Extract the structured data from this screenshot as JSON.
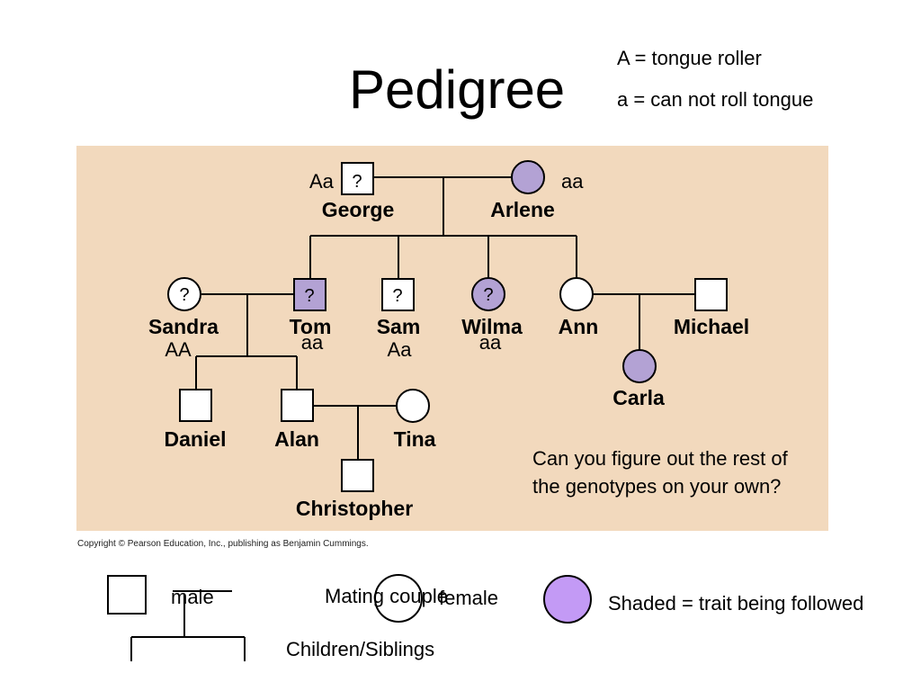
{
  "title": "Pedigree",
  "key": {
    "dominant": "A = tongue roller",
    "recessive": "a = can not roll tongue"
  },
  "colors": {
    "panel": "#f2d9bd",
    "affected": "#b3a2d4",
    "legend_shaded": "#c39af5",
    "line": "#000000"
  },
  "people": {
    "george": {
      "name": "George",
      "genotype": "Aa",
      "mark": "?"
    },
    "arlene": {
      "name": "Arlene",
      "genotype": "aa"
    },
    "sandra": {
      "name": "Sandra",
      "genotype": "AA",
      "mark": "?"
    },
    "tom": {
      "name": "Tom",
      "genotype": "aa",
      "mark": "?"
    },
    "sam": {
      "name": "Sam",
      "genotype": "Aa",
      "mark": "?"
    },
    "wilma": {
      "name": "Wilma",
      "genotype": "aa",
      "mark": "?"
    },
    "ann": {
      "name": "Ann"
    },
    "michael": {
      "name": "Michael"
    },
    "carla": {
      "name": "Carla"
    },
    "daniel": {
      "name": "Daniel"
    },
    "alan": {
      "name": "Alan"
    },
    "tina": {
      "name": "Tina"
    },
    "christopher": {
      "name": "Christopher"
    }
  },
  "question": "Can you figure out the rest of the genotypes on your own?",
  "copyright": "Copyright © Pearson Education, Inc., publishing as Benjamin Cummings.",
  "legend": {
    "male": "male",
    "mating": "Mating couple",
    "female": "female",
    "shaded": "Shaded = trait being followed",
    "children": "Children/Siblings"
  }
}
